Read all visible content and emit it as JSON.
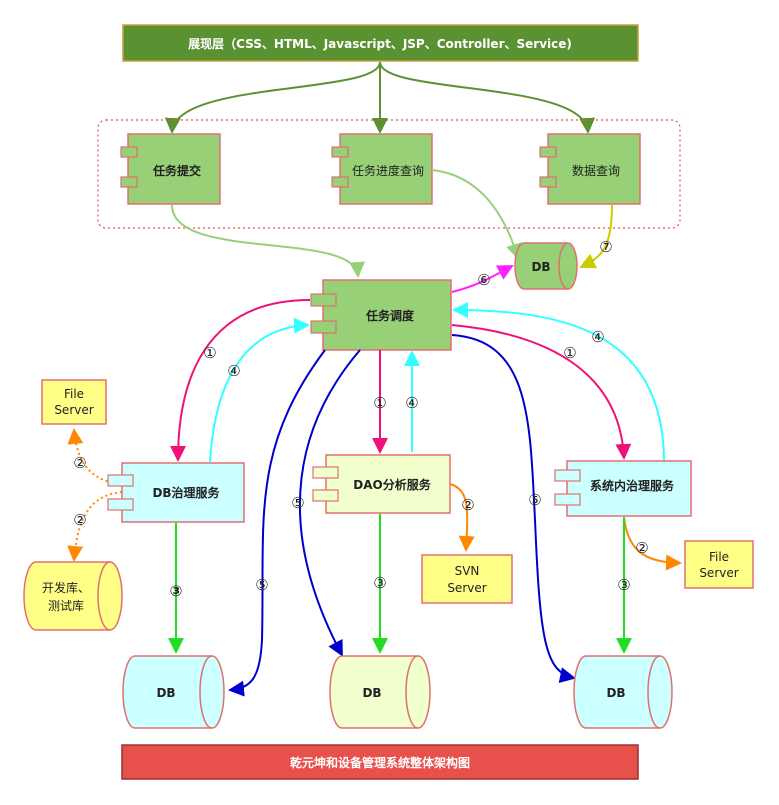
{
  "top_bar": {
    "label": "展现层（CSS、HTML、Javascript、JSP、Controller、Service)",
    "color": "#5a9232"
  },
  "footer_bar": {
    "label": "乾元坤和设备管理系统整体架构图",
    "color": "#e8504c"
  },
  "components": {
    "task_submit": "任务提交",
    "task_progress": "任务进度查询",
    "data_query": "数据查询",
    "scheduler": "任务调度",
    "db_governance": "DB治理服务",
    "dao_analysis": "DAO分析服务",
    "sys_governance": "系统内治理服务"
  },
  "databases": {
    "db_top": "DB",
    "db_left": "DB",
    "db_mid": "DB",
    "db_right": "DB",
    "dev_test": [
      "开发库、",
      "测试库"
    ]
  },
  "servers": {
    "file_left": [
      "File",
      "Server"
    ],
    "svn": [
      "SVN",
      "Server"
    ],
    "file_right": [
      "File",
      "Server"
    ]
  },
  "step_labels": {
    "s1": "①",
    "s2": "②",
    "s3": "③",
    "s4": "④",
    "s5": "⑤",
    "s6": "⑥",
    "s7": "⑦"
  },
  "colors": {
    "component_green": "#97d077",
    "component_cyan": "#ccffff",
    "component_lightgreen": "#f0ffcc",
    "server_yellow": "#ffff88",
    "border_red": "#e07070",
    "arrow_green_dark": "#5a9232",
    "arrow_green_light": "#97d077",
    "arrow_pink": "#ee1177",
    "arrow_cyan": "#33ffff",
    "arrow_blue": "#0000cc",
    "arrow_green": "#22dd22",
    "arrow_orange": "#ff8800",
    "arrow_olive": "#cccc00",
    "arrow_magenta": "#ff22ff"
  }
}
